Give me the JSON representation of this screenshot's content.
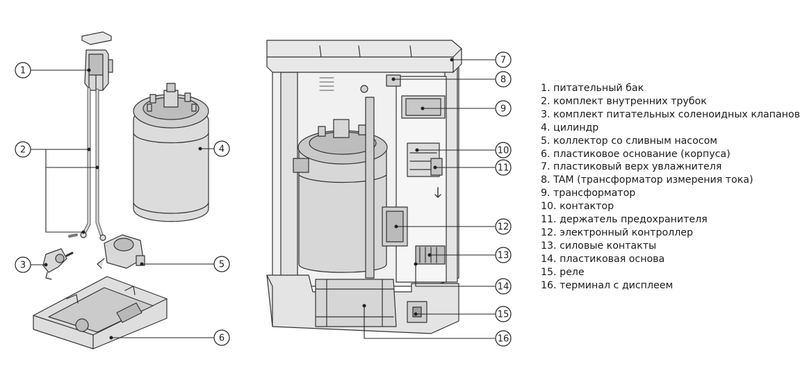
{
  "callouts": [
    "1",
    "2",
    "3",
    "4",
    "5",
    "6",
    "7",
    "8",
    "9",
    "10",
    "11",
    "12",
    "13",
    "14",
    "15",
    "16"
  ],
  "legend": [
    "1. питательный бак",
    "2. комплект внутренних трубок",
    "3. комплект питательных соленоидных клапанов",
    "4. цилиндр",
    "5. коллектор со сливным насосом",
    "6. пластиковое основание (корпуса)",
    "7. пластиковый верх увлажнителя",
    "8. TAM (трансформатор измерения тока)",
    "9. трансформатор",
    "10. контактор",
    "11. держатель предохранителя",
    "12. электронный контроллер",
    "13. силовые контакты",
    "14. пластиковая основа",
    "15. реле",
    "16. терминал с дисплеем"
  ]
}
